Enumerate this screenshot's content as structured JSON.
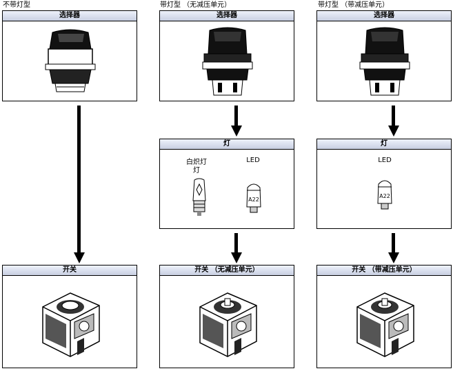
{
  "columns": [
    {
      "title": "不带灯型",
      "selector_label": "选择器",
      "switch_label": "开关"
    },
    {
      "title": "带灯型 （无减压单元）",
      "selector_label": "选择器",
      "lamp_label": "灯",
      "lamp_items": [
        "白炽灯灯",
        "LED"
      ],
      "lamp_items_display": [
        "白炽灯",
        "灯",
        "LED"
      ],
      "led_marking": "A22",
      "switch_label": "开关 （无减压单元）"
    },
    {
      "title": "带灯型 （带减压单元）",
      "selector_label": "选择器",
      "lamp_label": "灯",
      "lamp_items": [
        "LED"
      ],
      "led_marking": "A22",
      "switch_label": "开关 （带减压单元）"
    }
  ],
  "icons": [
    "selector-knob-icon",
    "incandescent-bulb-icon",
    "led-lamp-icon",
    "switch-block-icon",
    "down-arrow-icon"
  ]
}
